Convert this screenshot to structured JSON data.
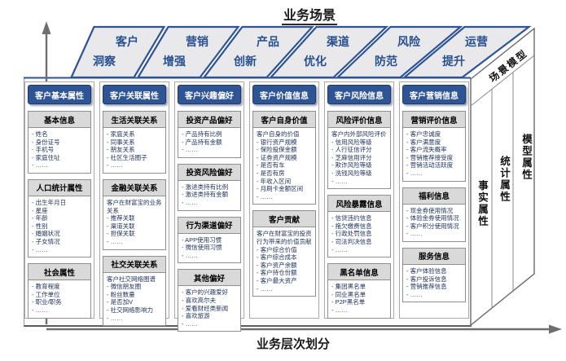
{
  "titles": {
    "top": "业务场景",
    "bottom": "业务层次划分",
    "side": "场景模型"
  },
  "top_band": {
    "cells": [
      {
        "line1": "客户",
        "line2": "洞察"
      },
      {
        "line1": "营销",
        "line2": "增强"
      },
      {
        "line1": "产品",
        "line2": "创新"
      },
      {
        "line1": "渠道",
        "line2": "优化"
      },
      {
        "line1": "风险",
        "line2": "防范"
      },
      {
        "line1": "运营",
        "line2": "提升"
      }
    ]
  },
  "side_panel": {
    "strips": [
      "事实属性",
      "统计属性",
      "模型属性"
    ]
  },
  "columns": [
    {
      "header": "客户基本属性",
      "boxes": [
        {
          "title": "基本信息",
          "intro": "",
          "items": [
            "姓名",
            "身份证号",
            "手机号",
            "家庭住址",
            "……"
          ]
        },
        {
          "title": "人口统计属性",
          "intro": "",
          "items": [
            "出生年月日",
            "星座",
            "年龄",
            "性别",
            "婚姻状况",
            "子女情况",
            "……"
          ]
        },
        {
          "title": "社会属性",
          "intro": "",
          "items": [
            "教育程度",
            "工作单位",
            "职业/职务",
            "……"
          ]
        }
      ]
    },
    {
      "header": "客户关联属性",
      "boxes": [
        {
          "title": "生活关联关系",
          "intro": "",
          "items": [
            "家庭关系",
            "同事关系",
            "朋友关系",
            "社区生活圈子",
            "……"
          ]
        },
        {
          "title": "金融关联关系",
          "intro": "客户在财富宝的业务关系",
          "items": [
            "推荐关联",
            "渠道关联",
            "担保关联",
            "……"
          ]
        },
        {
          "title": "社交关联关系",
          "intro": "客户社交网络图谱",
          "items": [
            "微信朋友圈",
            "粉丝数量",
            "是否加V",
            "社交网络影响力",
            "……"
          ]
        }
      ]
    },
    {
      "header": "客户兴趣偏好",
      "boxes": [
        {
          "title": "投资产品偏好",
          "intro": "",
          "items": [
            "产品持有比例",
            "产品持有金额",
            "……"
          ]
        },
        {
          "title": "投资风险偏好",
          "intro": "",
          "items": [
            "激进类持有比例",
            "激进类持有金额",
            "……"
          ]
        },
        {
          "title": "行为渠道偏好",
          "intro": "",
          "items": [
            "APP使用习惯",
            "微信使用习惯",
            "……"
          ]
        },
        {
          "title": "其他偏好",
          "intro": "",
          "items": [
            "客户的兴趣爱好",
            "喜欢高尔夫",
            "爱看财经类新闻",
            "喜欢旅游",
            "……"
          ]
        }
      ]
    },
    {
      "header": "客户价值信息",
      "boxes": [
        {
          "title": "客户自身价值",
          "intro": "客户自身的价值",
          "items": [
            "银行资产规模",
            "保险投保金额",
            "证券资产规模",
            "是否有车",
            "是否有房",
            "年收入区间",
            "月刷卡金额区间",
            "……"
          ]
        },
        {
          "title": "客户贡献",
          "intro": "客户在财富宝的投资行为带来的价值贡献",
          "items": [
            "客户综合价值",
            "客户综合成本",
            "客户资产余额",
            "客户持仓份额",
            "客户最大资产",
            "……"
          ]
        }
      ]
    },
    {
      "header": "客户风险信息",
      "boxes": [
        {
          "title": "风险评价信息",
          "intro": "客户内外部风险评价",
          "items": [
            "信用风险等级",
            "人行征信评分",
            "芝麻信用评分",
            "欺诈风险等级",
            "洗钱风险等级",
            "……"
          ]
        },
        {
          "title": "风险暴露信息",
          "intro": "",
          "items": [
            "信贷违约信息",
            "拖欠缴费信息",
            "行政处罚信息",
            "司法判决信息",
            "……"
          ]
        },
        {
          "title": "黑名单信息",
          "intro": "",
          "items": [
            "集团黑名单",
            "同业黑名单",
            "P2P黑名单",
            "……"
          ]
        }
      ]
    },
    {
      "header": "客户营销信息",
      "boxes": [
        {
          "title": "营销评价信息",
          "intro": "",
          "items": [
            "客户忠诚度",
            "客户满意度",
            "客户流失概率",
            "营销推荐接受度",
            "营销活动活跃度",
            "……"
          ]
        },
        {
          "title": "福利信息",
          "intro": "",
          "items": [
            "现金券使用情况",
            "体验金券使用情况",
            "客户积分使用情况",
            "……"
          ]
        },
        {
          "title": "服务信息",
          "intro": "",
          "items": [
            "客户体验信息",
            "客户投诉信息",
            "营销推荐信息",
            "……"
          ]
        }
      ]
    }
  ],
  "colors": {
    "column_header_bg": "#2e5494",
    "top_cell_bg": "#e9e9ec",
    "top_cell_border": "#2e5496",
    "top_cell_text": "#28508f",
    "box_title_bg": "#d9d9d9",
    "item_text": "#21335c",
    "axis": "#6e6e6e"
  }
}
